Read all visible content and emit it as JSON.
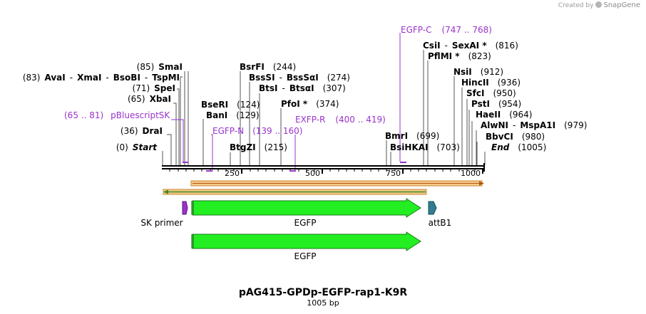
{
  "credit": {
    "prefix": "Created by",
    "brand": "SnapGene"
  },
  "map": {
    "name": "pAG415-GPDp-EGFP-rap1-K9R",
    "length_label": "1005 bp",
    "length": 1005,
    "ticks": [
      "250",
      "500",
      "750",
      "1000"
    ],
    "sites": [
      {
        "id": "start",
        "pos": "(0)",
        "name": "Start",
        "style": "bi"
      },
      {
        "id": "drai",
        "pos": "(36)",
        "name": "DraI"
      },
      {
        "id": "xbai",
        "pos": "(65)",
        "name": "XbaI"
      },
      {
        "id": "spei",
        "pos": "(71)",
        "name": "SpeI"
      },
      {
        "id": "avai-group",
        "pos": "(83)",
        "name": "AvaI",
        "extra": [
          "XmaI",
          "BsoBI",
          "TspMI"
        ]
      },
      {
        "id": "smai",
        "pos": "(85)",
        "name": "SmaI"
      },
      {
        "id": "banI",
        "pos": "(129)",
        "name": "BanI"
      },
      {
        "id": "bseri",
        "pos": "(124)",
        "name": "BseRI"
      },
      {
        "id": "bsrfi",
        "pos": "(244)",
        "name": "BsrFI"
      },
      {
        "id": "bsssi",
        "pos": "(274)",
        "name": "BssSI",
        "extra": [
          "BssSαI"
        ]
      },
      {
        "id": "btsi",
        "pos": "(307)",
        "name": "BtsI",
        "extra": [
          "BtsαI"
        ]
      },
      {
        "id": "btgzi",
        "pos": "(215)",
        "name": "BtgZI"
      },
      {
        "id": "pfoi",
        "pos": "(374)",
        "name": "PfoI *"
      },
      {
        "id": "bmri",
        "pos": "(699)",
        "name": "BmrI"
      },
      {
        "id": "bsihkai",
        "pos": "(703)",
        "name": "BsiHKAI"
      },
      {
        "id": "csii",
        "pos": "(816)",
        "name": "CsiI",
        "extra": [
          "SexAI *"
        ]
      },
      {
        "id": "pflmi",
        "pos": "(823)",
        "name": "PflMI *"
      },
      {
        "id": "nsii",
        "pos": "(912)",
        "name": "NsiI"
      },
      {
        "id": "hincii",
        "pos": "(936)",
        "name": "HincII"
      },
      {
        "id": "sfci",
        "pos": "(950)",
        "name": "SfcI"
      },
      {
        "id": "psti",
        "pos": "(954)",
        "name": "PstI"
      },
      {
        "id": "haeii",
        "pos": "(964)",
        "name": "HaeII"
      },
      {
        "id": "alwni",
        "pos": "(979)",
        "name": "AlwNI",
        "extra": [
          "MspA1I"
        ]
      },
      {
        "id": "bbvci",
        "pos": "(980)",
        "name": "BbvCI"
      },
      {
        "id": "end",
        "pos": "(1005)",
        "name": "End",
        "style": "bi"
      }
    ],
    "primers": [
      {
        "id": "pbluescriptsk",
        "range": "(65 .. 81)",
        "name": "pBluescriptSK"
      },
      {
        "id": "egfp-n",
        "name": "EGFP-N",
        "range": "(139 .. 160)"
      },
      {
        "id": "exfp-r",
        "name": "EXFP-R",
        "range": "(400 .. 419)"
      },
      {
        "id": "egfp-c",
        "name": "EGFP-C",
        "range": "(747 .. 768)"
      }
    ],
    "features": [
      {
        "id": "sk-primer",
        "name": "SK primer",
        "color": "#9933cc"
      },
      {
        "id": "egfp-1",
        "name": "EGFP",
        "color": "#22ee22"
      },
      {
        "id": "attb1",
        "name": "attB1",
        "color": "#2f7f8f"
      },
      {
        "id": "egfp-2",
        "name": "EGFP",
        "color": "#22ee22"
      }
    ],
    "colors": {
      "primer": "#9933cc",
      "orf_arrow": "#5aa02c",
      "orf_fill": "#f5c98c",
      "backbone": "#000000"
    }
  }
}
